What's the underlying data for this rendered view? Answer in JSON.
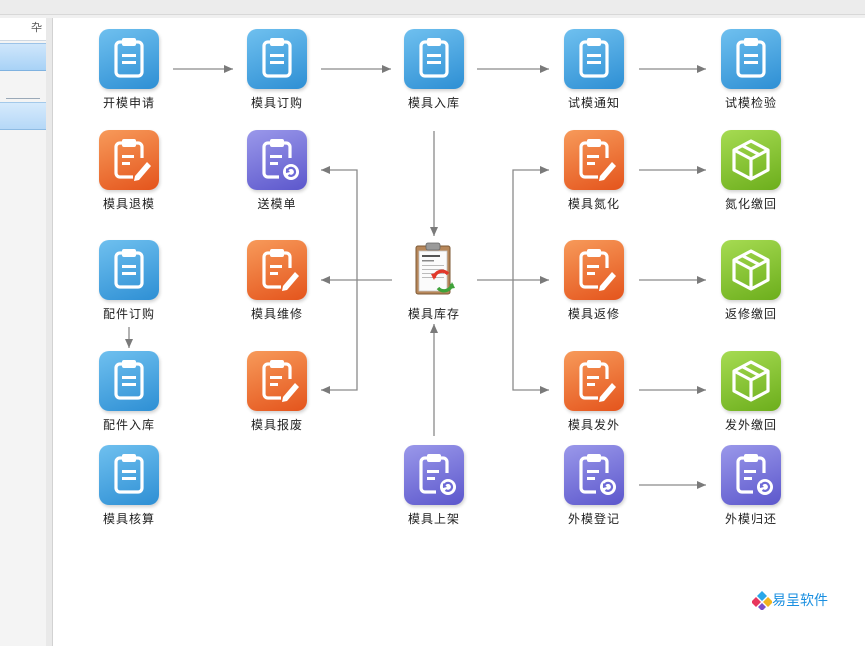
{
  "sidebar": {
    "pin_glyph": "卆"
  },
  "nodes": {
    "kaimo_apply": "开模申请",
    "mold_purchase": "模具订购",
    "mold_stockin": "模具入库",
    "trial_notice": "试模通知",
    "trial_inspect": "试模检验",
    "mold_return": "模具退模",
    "send_mold_order": "送模单",
    "mold_nitride": "模具氮化",
    "nitride_return": "氮化缴回",
    "parts_purchase": "配件订购",
    "mold_repair": "模具维修",
    "mold_inventory": "模具库存",
    "mold_rework": "模具返修",
    "rework_return": "返修缴回",
    "parts_stockin": "配件入库",
    "mold_scrap": "模具报废",
    "mold_outsource": "模具发外",
    "outsource_return": "发外缴回",
    "mold_accounting": "模具核算",
    "mold_shelve": "模具上架",
    "ext_mold_register": "外模登记",
    "ext_mold_return": "外模归还"
  },
  "logo": {
    "text": "易呈软件"
  },
  "icon_colors": {
    "blue": "#3a9ad9",
    "orange": "#ea6428",
    "purple": "#6e6ad6",
    "green": "#82c12c"
  }
}
